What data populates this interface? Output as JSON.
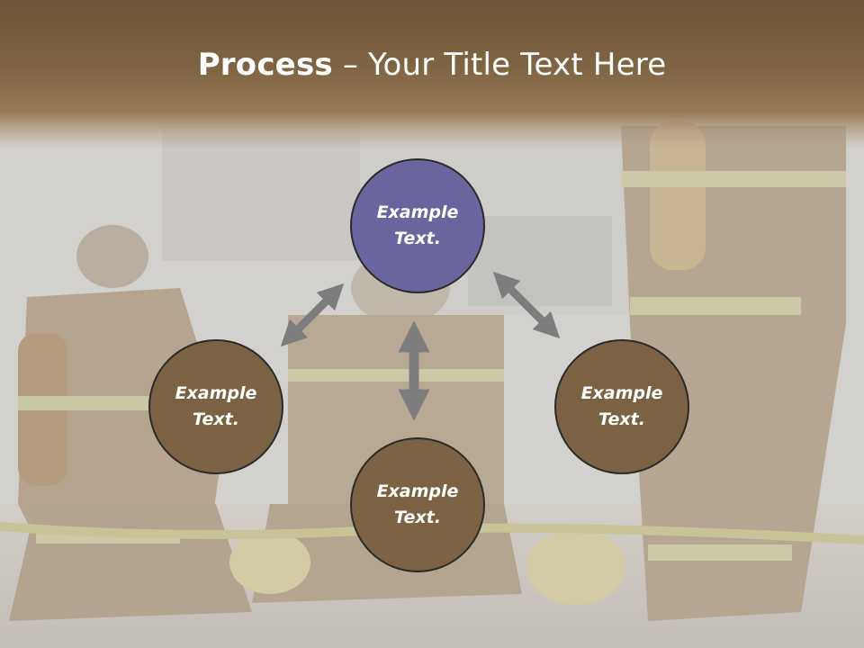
{
  "slide": {
    "title_bold": "Process",
    "title_rest": " – Your Title Text Here"
  },
  "process": {
    "top": "Example Text.",
    "left": "Example Text.",
    "right": "Example Text.",
    "bottom": "Example Text."
  },
  "colors": {
    "accent": "#6a659e",
    "node": "#7b6243",
    "arrow": "#7d7d7d",
    "title_band": "#7e6442"
  }
}
